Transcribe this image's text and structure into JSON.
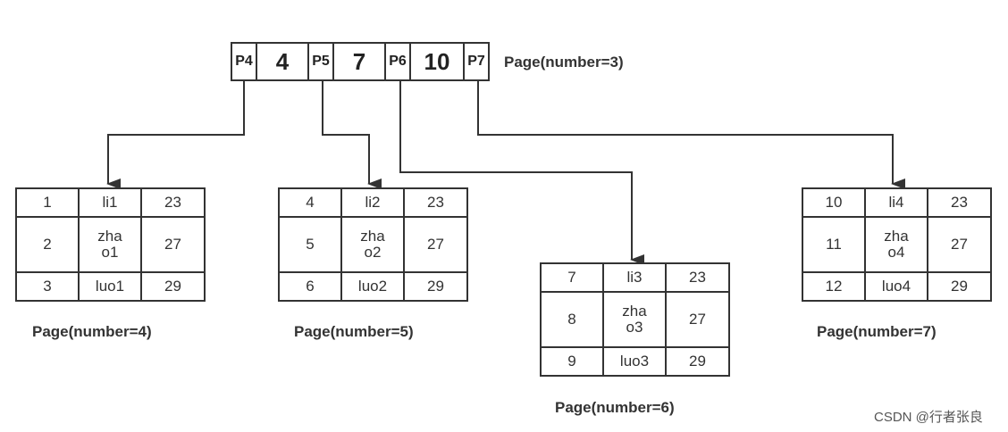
{
  "root": {
    "cells": [
      {
        "kind": "pointer",
        "text": "P4"
      },
      {
        "kind": "key",
        "text": "4"
      },
      {
        "kind": "pointer",
        "text": "P5"
      },
      {
        "kind": "key",
        "text": "7"
      },
      {
        "kind": "pointer",
        "text": "P6"
      },
      {
        "kind": "key",
        "text": "10"
      },
      {
        "kind": "pointer",
        "text": "P7"
      }
    ],
    "label": "Page(number=3)"
  },
  "leaves": [
    {
      "rows": [
        [
          "1",
          "li1",
          "23"
        ],
        [
          "2",
          "zha\no1",
          "27"
        ],
        [
          "3",
          "luo1",
          "29"
        ]
      ],
      "label": "Page(number=4)"
    },
    {
      "rows": [
        [
          "4",
          "li2",
          "23"
        ],
        [
          "5",
          "zha\no2",
          "27"
        ],
        [
          "6",
          "luo2",
          "29"
        ]
      ],
      "label": "Page(number=5)"
    },
    {
      "rows": [
        [
          "7",
          "li3",
          "23"
        ],
        [
          "8",
          "zha\no3",
          "27"
        ],
        [
          "9",
          "luo3",
          "29"
        ]
      ],
      "label": "Page(number=6)"
    },
    {
      "rows": [
        [
          "10",
          "li4",
          "23"
        ],
        [
          "11",
          "zha\no4",
          "27"
        ],
        [
          "12",
          "luo4",
          "29"
        ]
      ],
      "label": "Page(number=7)"
    }
  ],
  "watermark": "CSDN @行者张良",
  "colors": {
    "stroke": "#333333",
    "background": "#ffffff"
  }
}
